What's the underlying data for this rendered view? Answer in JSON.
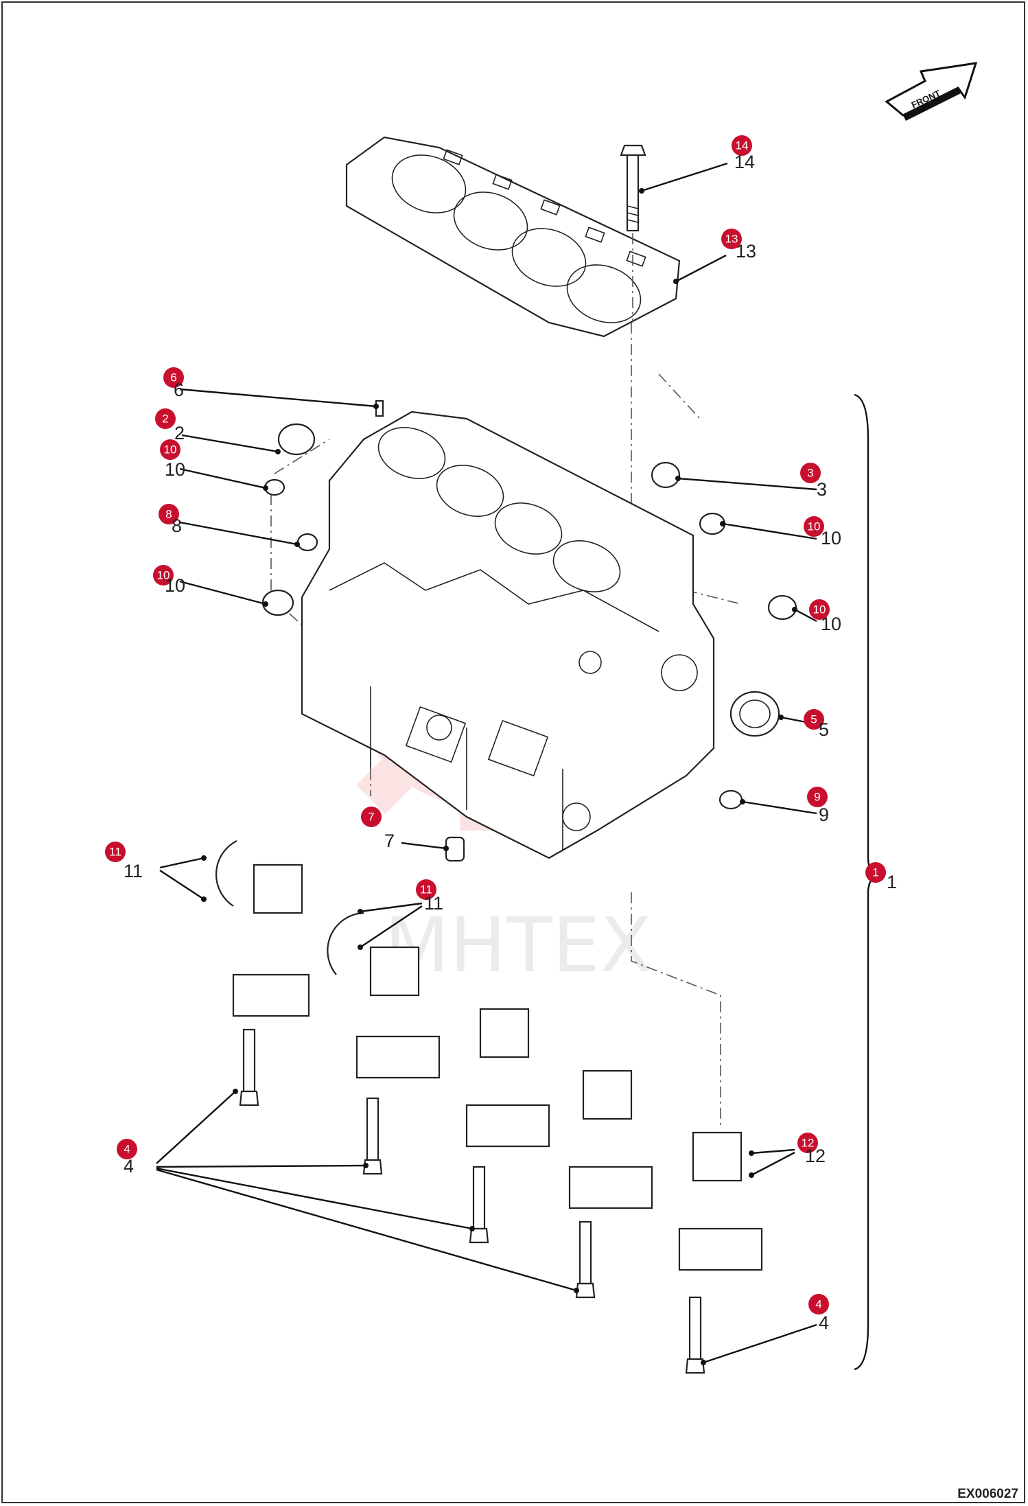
{
  "diagram_code": "EX006027",
  "watermark": "MHTEX",
  "front_arrow_label": "FRONT",
  "callouts": [
    {
      "id": "c14",
      "badge": "14",
      "label": "14"
    },
    {
      "id": "c13",
      "badge": "13",
      "label": "13"
    },
    {
      "id": "c6",
      "badge": "6",
      "label": "6"
    },
    {
      "id": "c2",
      "badge": "2",
      "label": "2"
    },
    {
      "id": "c10a",
      "badge": "10",
      "label": "10"
    },
    {
      "id": "c8",
      "badge": "8",
      "label": "8"
    },
    {
      "id": "c10b",
      "badge": "10",
      "label": "10"
    },
    {
      "id": "c3",
      "badge": "3",
      "label": "3"
    },
    {
      "id": "c10c",
      "badge": "10",
      "label": "10"
    },
    {
      "id": "c10d",
      "badge": "10",
      "label": "10"
    },
    {
      "id": "c5",
      "badge": "5",
      "label": "5"
    },
    {
      "id": "c9",
      "badge": "9",
      "label": "9"
    },
    {
      "id": "c1",
      "badge": "1",
      "label": "1"
    },
    {
      "id": "c7",
      "badge": "7",
      "label": "7"
    },
    {
      "id": "c11a",
      "badge": "11",
      "label": "11"
    },
    {
      "id": "c11b",
      "badge": "11",
      "label": "11"
    },
    {
      "id": "c12",
      "badge": "12",
      "label": "12"
    },
    {
      "id": "c4a",
      "badge": "4",
      "label": "4"
    },
    {
      "id": "c4b",
      "badge": "4",
      "label": "4"
    }
  ]
}
